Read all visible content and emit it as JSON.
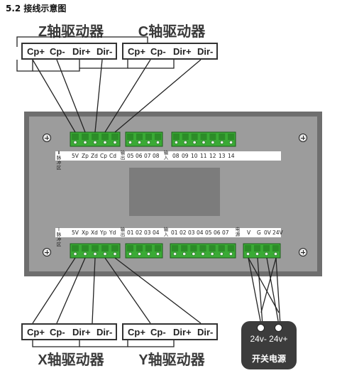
{
  "section_title": "5.2 接线示意图",
  "drivers": {
    "z": {
      "title": "Z轴驱动器",
      "signals": [
        "Cp+",
        "Cp-",
        "Dir+",
        "Dir-"
      ]
    },
    "c": {
      "title": "C轴驱动器",
      "signals": [
        "Cp+",
        "Cp-",
        "Dir+",
        "Dir-"
      ]
    },
    "x": {
      "title": "X轴驱动器",
      "signals": [
        "Cp+",
        "Cp-",
        "Dir+",
        "Dir-"
      ]
    },
    "y": {
      "title": "Y轴驱动器",
      "signals": [
        "Cp+",
        "Cp-",
        "Dir+",
        "Dir-"
      ]
    }
  },
  "panel": {
    "top_strip": {
      "pulse_group": "Ⅱ脉冲区",
      "pulse_pins": [
        "5V",
        "Zp",
        "Zd",
        "Cp",
        "Cd"
      ],
      "output_group": "输出",
      "output_pins": [
        "05",
        "06",
        "07",
        "08"
      ],
      "input_group": "输入",
      "input_pins": [
        "08",
        "09",
        "10",
        "11",
        "12",
        "13",
        "14"
      ]
    },
    "bottom_strip": {
      "pulse_group": "Ⅰ脉冲区",
      "pulse_pins": [
        "5V",
        "Xp",
        "Xd",
        "Yp",
        "Yd"
      ],
      "output_group": "输出",
      "output_pins": [
        "01",
        "02",
        "03",
        "04"
      ],
      "input_group": "输入",
      "input_pins": [
        "01",
        "02",
        "03",
        "04",
        "05",
        "06",
        "07"
      ],
      "power_group": "电源",
      "power_pins": [
        "V",
        "G",
        "0V",
        "24V"
      ]
    }
  },
  "power_supply": {
    "terminals": "24v- 24v+",
    "label": "开关电源"
  },
  "colors": {
    "terminal_green": "#3aaa35",
    "panel_outer": "#6e6e6e",
    "panel_inner": "#9c9c9c",
    "screen": "#7c7c7c",
    "psu_body": "#3c3c3c"
  }
}
